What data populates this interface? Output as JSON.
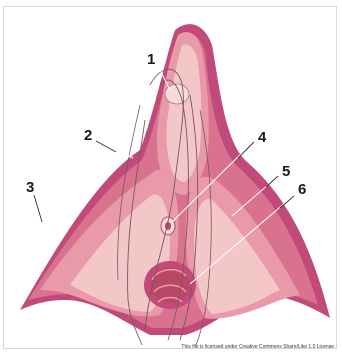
{
  "labels": {
    "n1": "1",
    "n2": "2",
    "n3": "3",
    "n4": "4",
    "n5": "5",
    "n6": "6"
  },
  "license_text": "This file is licensed under Creative Commons Share/Like 1.0 License",
  "colors": {
    "outer_dark": "#c24a7a",
    "outer_mid": "#d8728f",
    "body_pink": "#e99aa8",
    "light_pink": "#f3c7c7",
    "pale": "#f7dcd6",
    "vein": "#7a5560",
    "bulb_dark": "#b94866"
  }
}
